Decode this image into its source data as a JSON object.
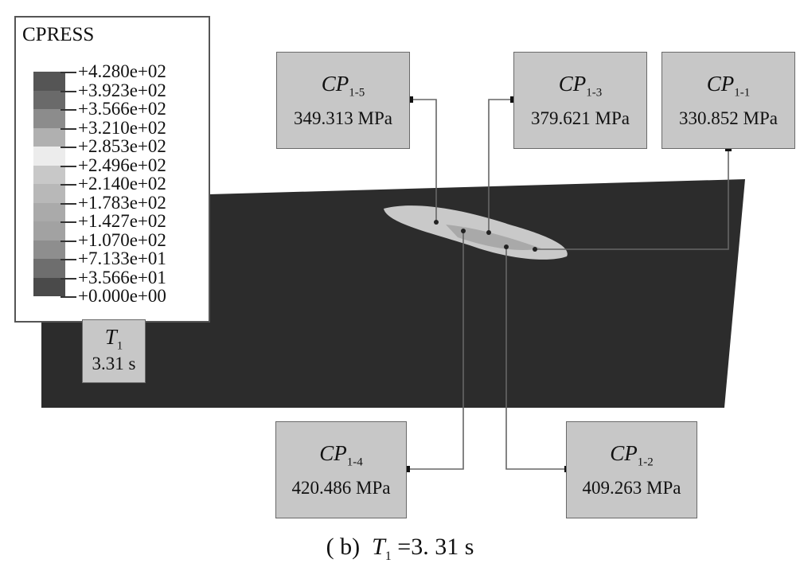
{
  "legend": {
    "title": "CPRESS",
    "values": [
      "+4.280e+02",
      "+3.923e+02",
      "+3.566e+02",
      "+3.210e+02",
      "+2.853e+02",
      "+2.496e+02",
      "+2.140e+02",
      "+1.783e+02",
      "+1.427e+02",
      "+1.070e+02",
      "+7.133e+01",
      "+3.566e+01",
      "+0.000e+00"
    ],
    "band_colors": [
      "#555555",
      "#6a6a6a",
      "#8c8c8c",
      "#b0b0b0",
      "#ececec",
      "#c8c8c8",
      "#b8b8b8",
      "#aaaaaa",
      "#a2a2a2",
      "#8e8e8e",
      "#6e6e6e",
      "#4a4a4a"
    ]
  },
  "time_box": {
    "symbol": "T",
    "sub": "1",
    "value": "3.31 s"
  },
  "contact_points": {
    "cp15": {
      "symbol": "CP",
      "sub": "1-5",
      "value": "349.313 MPa"
    },
    "cp13": {
      "symbol": "CP",
      "sub": "1-3",
      "value": "379.621 MPa"
    },
    "cp11": {
      "symbol": "CP",
      "sub": "1-1",
      "value": "330.852 MPa"
    },
    "cp14": {
      "symbol": "CP",
      "sub": "1-4",
      "value": "420.486 MPa"
    },
    "cp12": {
      "symbol": "CP",
      "sub": "1-2",
      "value": "409.263 MPa"
    }
  },
  "caption": {
    "prefix": "( b)",
    "symbol": "T",
    "sub": "1",
    "rest": "=3. 31  s"
  },
  "colors": {
    "surface": "#2c2c2c",
    "box_fill": "#c7c7c7",
    "leader": "#666666",
    "contact_patch": "#c9c9c9"
  }
}
